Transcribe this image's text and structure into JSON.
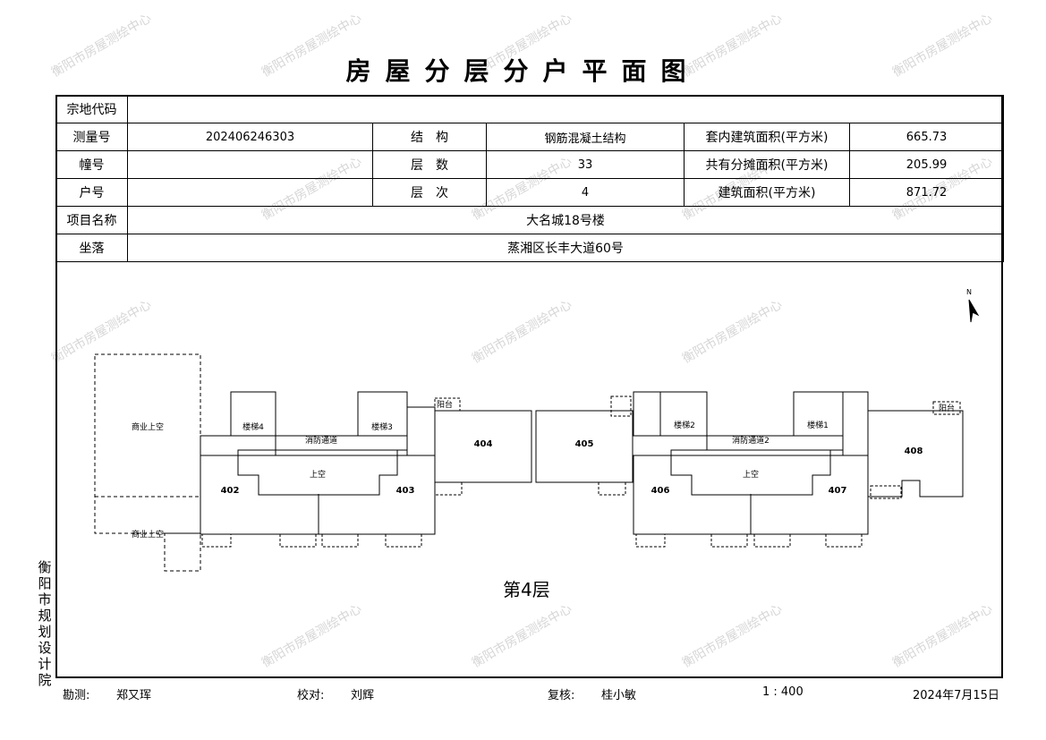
{
  "title": "房屋分层分户平面图",
  "table": {
    "parcel_code_label": "宗地代码",
    "parcel_code_value": "",
    "survey_no_label": "测量号",
    "survey_no_value": "202406246303",
    "structure_label": "结　构",
    "structure_value": "钢筋混凝土结构",
    "inner_area_label": "套内建筑面积(平方米)",
    "inner_area_value": "665.73",
    "building_no_label": "幢号",
    "building_no_value": "",
    "floors_label": "层　数",
    "floors_value": "33",
    "shared_area_label": "共有分摊面积(平方米)",
    "shared_area_value": "205.99",
    "unit_no_label": "户号",
    "unit_no_value": "",
    "floor_label": "层　次",
    "floor_value": "4",
    "building_area_label": "建筑面积(平方米)",
    "building_area_value": "871.72",
    "project_name_label": "项目名称",
    "project_name_value": "大名城18号楼",
    "location_label": "坐落",
    "location_value": "蒸湘区长丰大道60号"
  },
  "plan": {
    "floor_caption": "第4层",
    "units": [
      "402",
      "403",
      "404",
      "405",
      "406",
      "407",
      "408"
    ],
    "labels": {
      "commercial_top": "商业上空",
      "commercial_bottom": "商业上空",
      "stair4": "楼梯4",
      "stair3": "楼梯3",
      "stair2": "楼梯2",
      "stair1": "楼梯1",
      "void_left": "上空",
      "void_right": "上空",
      "corridor_left": "消防通道",
      "corridor_right": "消防通道2",
      "balcony": "阳台",
      "north": "N"
    }
  },
  "side_text": "衡阳市规划设计院",
  "footer": {
    "surveyor_label": "勘测:",
    "surveyor": "郑又珲",
    "checker_label": "校对:",
    "checker": "刘辉",
    "reviewer_label": "复核:",
    "reviewer": "桂小敏",
    "scale": "1 : 400",
    "date": "2024年7月15日"
  },
  "watermark": "衡阳市房屋测绘中心"
}
